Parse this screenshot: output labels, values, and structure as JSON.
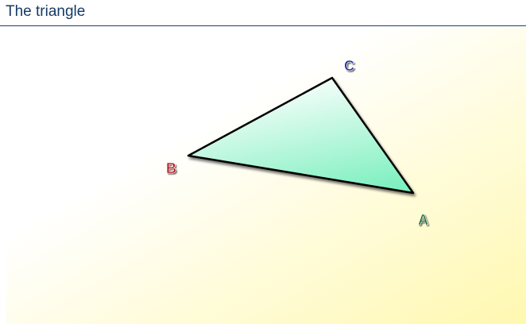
{
  "header": {
    "title": "The triangle"
  },
  "diagram": {
    "vertices": [
      {
        "label": "A",
        "color": "#1e6b2a"
      },
      {
        "label": "B",
        "color": "#b3121c"
      },
      {
        "label": "C",
        "color": "#1f2a9c"
      }
    ],
    "fill_colors": {
      "triangle_light": "#ffffff",
      "triangle_dark": "#7ff0c0",
      "background_light": "#ffffff",
      "background_dark": "#fff8b0",
      "outline": "#000000"
    }
  }
}
